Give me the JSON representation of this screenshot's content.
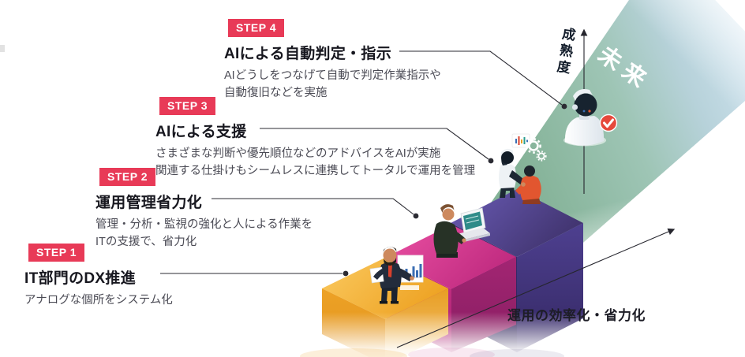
{
  "steps": [
    {
      "badge": "STEP 1",
      "title": "IT部門のDX推進",
      "desc_lines": [
        "アナログな個所をシステム化"
      ]
    },
    {
      "badge": "STEP 2",
      "title": "運用管理省力化",
      "desc_lines": [
        "管理・分析・監視の強化と人による作業を",
        "ITの支援で、省力化"
      ]
    },
    {
      "badge": "STEP 3",
      "title": "AIによる支援",
      "desc_lines": [
        "さまざまな判断や優先順位などのアドバイスをAIが実施",
        "関連する仕掛けもシームレスに連携してトータルで運用を管理"
      ]
    },
    {
      "badge": "STEP 4",
      "title": "AIによる自動判定・指示",
      "desc_lines": [
        "AIどうしをつなげて自動で判定作業指示や",
        "自動復旧などを実施"
      ]
    }
  ],
  "axes": {
    "maturity_label": "成熟度",
    "efficiency_label": "運用の効率化・省力化"
  },
  "future_label": "未来",
  "colors": {
    "badge_red": "#e83a57",
    "step1_yellow": "#f2ad30",
    "step2_pink": "#d5338c",
    "step3_purple": "#4c3e8a",
    "future_band_green": "#8fbca4",
    "future_band_blue": "#bfd8e8",
    "check_badge_red": "#e6483b",
    "line_dark": "#26262e"
  },
  "icons": [
    "robot-icon",
    "check-icon",
    "gear-icon",
    "bar-chart-card-icon",
    "waveform-card-icon",
    "laptop-icon",
    "presenter-icon",
    "handshake-icon",
    "maturity-axis-arrow",
    "efficiency-axis-arrow"
  ]
}
